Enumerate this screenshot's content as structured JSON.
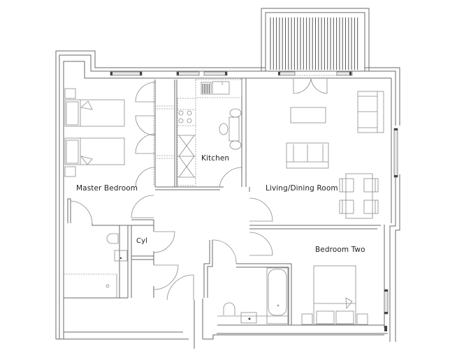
{
  "floor_plan": {
    "rooms": [
      {
        "id": "master-bedroom",
        "label": "Master Bedroom"
      },
      {
        "id": "kitchen",
        "label": "Kitchen"
      },
      {
        "id": "living-dining-room",
        "label": "Living/Dining Room"
      },
      {
        "id": "cylinder-cupboard",
        "label": "Cyl"
      },
      {
        "id": "bedroom-two",
        "label": "Bedroom Two"
      }
    ],
    "colors": {
      "background": "#ffffff",
      "walls": "#6a6a6a",
      "text": "#222222"
    }
  }
}
